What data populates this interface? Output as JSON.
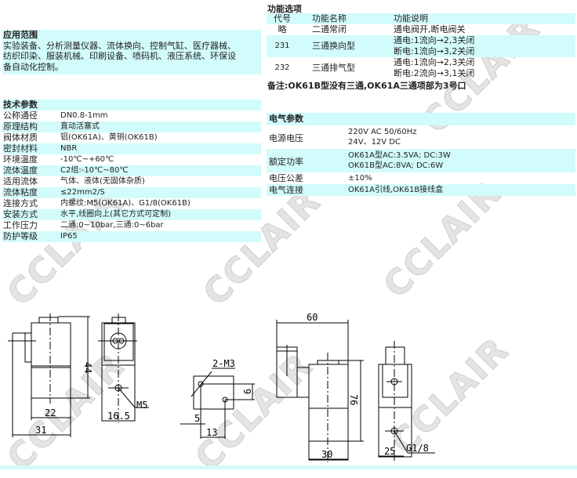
{
  "application": {
    "title": "应用范围",
    "lines": [
      "实验装备、分析测量仪器、流体换向、控制气缸、医疗器械、",
      "纺织印染、服装机械、印刷设备、喷码机、液压系统、环保设",
      "备自动化控制。"
    ]
  },
  "tech": {
    "title": "技术参数",
    "rows": [
      {
        "k": "公称通径",
        "v": "DN0.8-1mm"
      },
      {
        "k": "原理结构",
        "v": "直动活塞式"
      },
      {
        "k": "阀体材质",
        "v": "铝(OK61A)、黄铜(OK61B)"
      },
      {
        "k": "密封材料",
        "v": "NBR"
      },
      {
        "k": "环境温度",
        "v": "-10℃~+60℃"
      },
      {
        "k": "流体温度",
        "v": "C2组:-10℃~80℃"
      },
      {
        "k": "适用流体",
        "v": "气体、液体(无固体杂质)"
      },
      {
        "k": "流体粘度",
        "v": "≤22mm2/S"
      },
      {
        "k": "连接方式",
        "v": "内螺纹:M5(OK61A)、G1/8(OK61B)"
      },
      {
        "k": "安装方式",
        "v": "水平,线圈向上(其它方式可定制)"
      },
      {
        "k": "工作压力",
        "v": "二通:0~10bar,三通:0~6bar"
      },
      {
        "k": "防护等级",
        "v": "IP65"
      }
    ]
  },
  "functions": {
    "title": "功能选项",
    "headers": [
      "代号",
      "功能名称",
      "功能说明"
    ],
    "rows": [
      {
        "code": "略",
        "name": "二通常闭",
        "desc": [
          "通电阀开,断电阀关"
        ]
      },
      {
        "code": "231",
        "name": "三通换向型",
        "desc": [
          "通电:1流向→2,3关闭",
          "断电:1流向→3,2关闭"
        ]
      },
      {
        "code": "232",
        "name": "三通排气型",
        "desc": [
          "通电:1流向→2,3关闭",
          "断电:2流向→3,1关闭"
        ]
      }
    ],
    "note": "备注:OK61B型没有三通,OK61A三通项部为3号口"
  },
  "electrical": {
    "title": "电气参数",
    "rows": [
      {
        "k": "电源电压",
        "v": [
          "220V AC 50/60Hz",
          "24V、12V DC"
        ]
      },
      {
        "k": "额定功率",
        "v": [
          "OK61A型AC:3.5VA;  DC:3W",
          "OK61B型AC:8VA;   DC:6W"
        ]
      },
      {
        "k": "电压公差",
        "v": [
          "±10%"
        ]
      },
      {
        "k": "电气连接",
        "v": [
          "OK61A引线,OK61B接线盒"
        ]
      }
    ]
  },
  "drawing": {
    "labels": {
      "d44": "44",
      "d22": "22",
      "d31": "31",
      "d165": "16.5",
      "m5": "M5",
      "m3": "2-M3",
      "d9": "9",
      "d5": "5",
      "d13": "13",
      "d60": "60",
      "d76": "76",
      "d30": "30",
      "d25": "25",
      "g18": "G1/8"
    }
  },
  "watermark": "CCLAIR",
  "colors": {
    "band": "#d2fbfb"
  }
}
